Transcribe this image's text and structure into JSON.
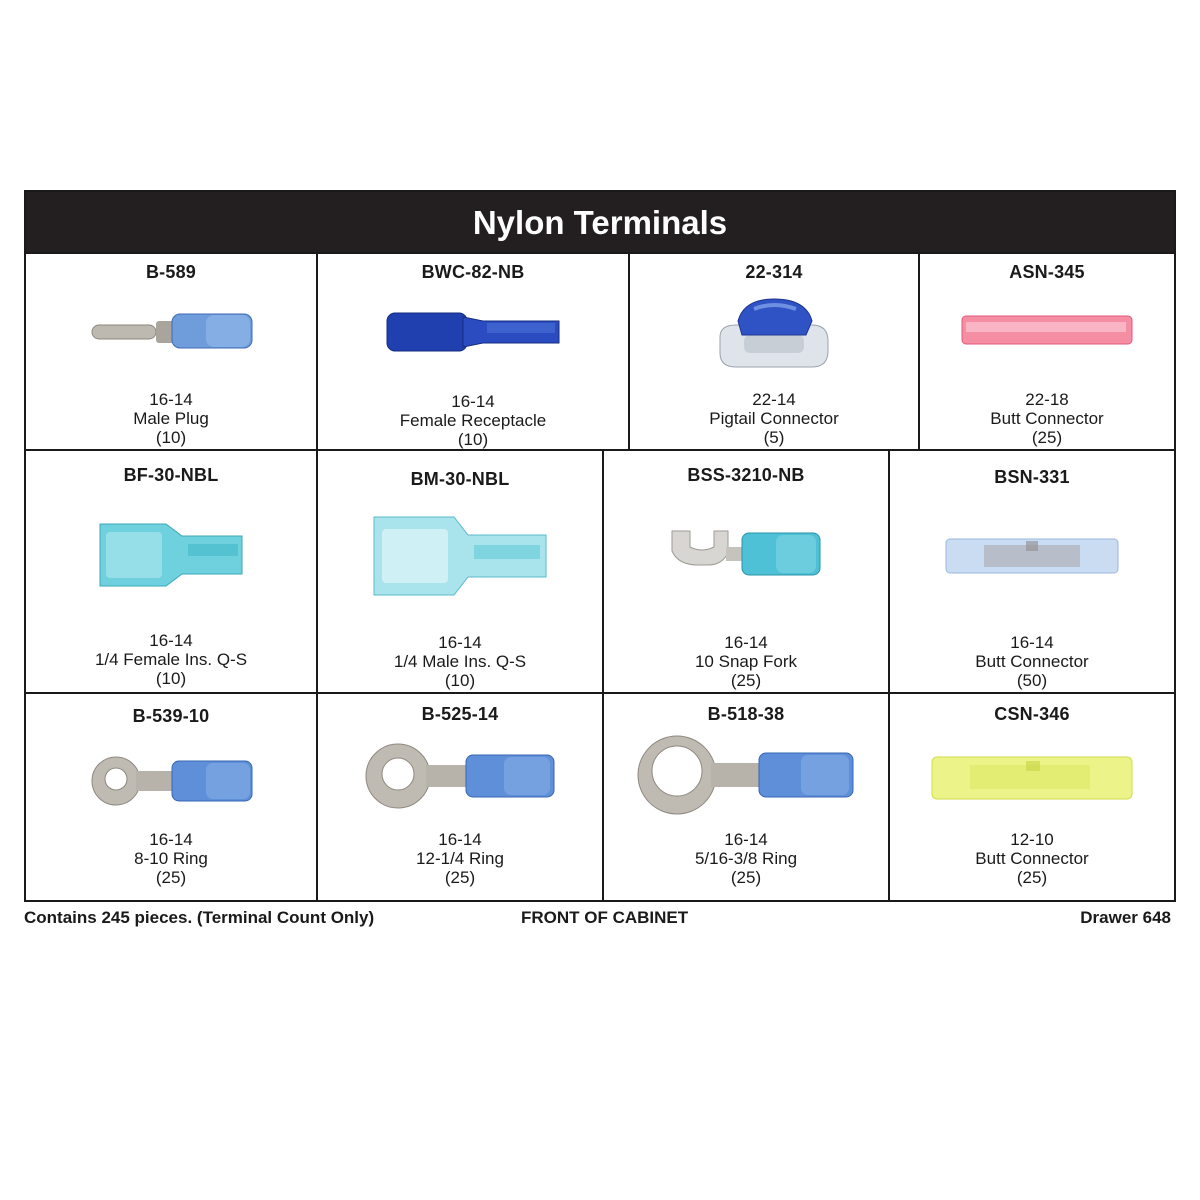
{
  "title": "Nylon Terminals",
  "rows": [
    [
      {
        "part": "B-589",
        "gauge": "16-14",
        "name": "Male Plug",
        "qty": "(10)",
        "icon": "male-plug-icon"
      },
      {
        "part": "BWC-82-NB",
        "gauge": "16-14",
        "name": "Female Receptacle",
        "qty": "(10)",
        "icon": "female-receptacle-icon"
      },
      {
        "part": "22-314",
        "gauge": "22-14",
        "name": "Pigtail Connector",
        "qty": "(5)",
        "icon": "pigtail-connector-icon"
      },
      {
        "part": "ASN-345",
        "gauge": "22-18",
        "name": "Butt Connector",
        "qty": "(25)",
        "icon": "butt-connector-icon"
      }
    ],
    [
      {
        "part": "BF-30-NBL",
        "gauge": "16-14",
        "name": "1/4 Female Ins. Q-S",
        "qty": "(10)",
        "icon": "female-quick-slide-icon"
      },
      {
        "part": "BM-30-NBL",
        "gauge": "16-14",
        "name": "1/4 Male Ins. Q-S",
        "qty": "(10)",
        "icon": "male-quick-slide-icon"
      },
      {
        "part": "BSS-3210-NB",
        "gauge": "16-14",
        "name": "10 Snap Fork",
        "qty": "(25)",
        "icon": "snap-fork-icon"
      },
      {
        "part": "BSN-331",
        "gauge": "16-14",
        "name": "Butt Connector",
        "qty": "(50)",
        "icon": "butt-connector-icon"
      }
    ],
    [
      {
        "part": "B-539-10",
        "gauge": "16-14",
        "name": "8-10 Ring",
        "qty": "(25)",
        "icon": "ring-terminal-icon"
      },
      {
        "part": "B-525-14",
        "gauge": "16-14",
        "name": "12-1/4 Ring",
        "qty": "(25)",
        "icon": "ring-terminal-icon"
      },
      {
        "part": "B-518-38",
        "gauge": "16-14",
        "name": "5/16-3/8 Ring",
        "qty": "(25)",
        "icon": "ring-terminal-icon"
      },
      {
        "part": "CSN-346",
        "gauge": "12-10",
        "name": "Butt Connector",
        "qty": "(25)",
        "icon": "butt-connector-icon"
      }
    ]
  ],
  "footer": {
    "contents": "Contains 245 pieces. (Terminal Count Only)",
    "front": "FRONT OF CABINET",
    "drawer": "Drawer 648"
  },
  "colors": {
    "blue_sleeve": "#5b8fd6",
    "dark_blue": "#1f3fa8",
    "aqua": "#5fc9d8",
    "pink": "#f47a93",
    "light_blue_clear": "#c6d9f0",
    "yellow": "#e7f26b",
    "tin": "#b9b5ae"
  }
}
